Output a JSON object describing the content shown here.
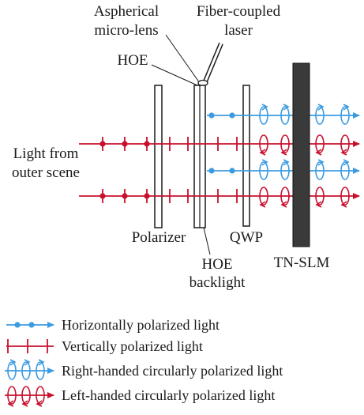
{
  "colors": {
    "red": "#c8102e",
    "blue": "#3b9be0",
    "slm_fill": "#3a3a3a",
    "outline": "#1a1a1a"
  },
  "labels": {
    "aspherical_line1": "Aspherical",
    "aspherical_line2": "micro-lens",
    "fiber_line1": "Fiber-coupled",
    "fiber_line2": "laser",
    "hoe": "HOE",
    "light_line1": "Light from",
    "light_line2": "outer scene",
    "polarizer": "Polarizer",
    "hoe_backlight_line1": "HOE",
    "hoe_backlight_line2": "backlight",
    "qwp": "QWP",
    "tn_slm": "TN-SLM"
  },
  "legend": [
    {
      "kind": "horizontal",
      "color": "blue",
      "label": "Horizontally polarized light"
    },
    {
      "kind": "vertical",
      "color": "red",
      "label": "Vertically polarized light"
    },
    {
      "kind": "right-circular",
      "color": "blue",
      "label": "Right-handed circularly polarized light"
    },
    {
      "kind": "left-circular",
      "color": "red",
      "label": "Left-handed circularly polarized light"
    }
  ],
  "icons": {
    "horizontal": "dotted-line-icon",
    "vertical": "tick-line-icon",
    "right-circular": "right-helix-icon",
    "left-circular": "left-helix-icon"
  }
}
